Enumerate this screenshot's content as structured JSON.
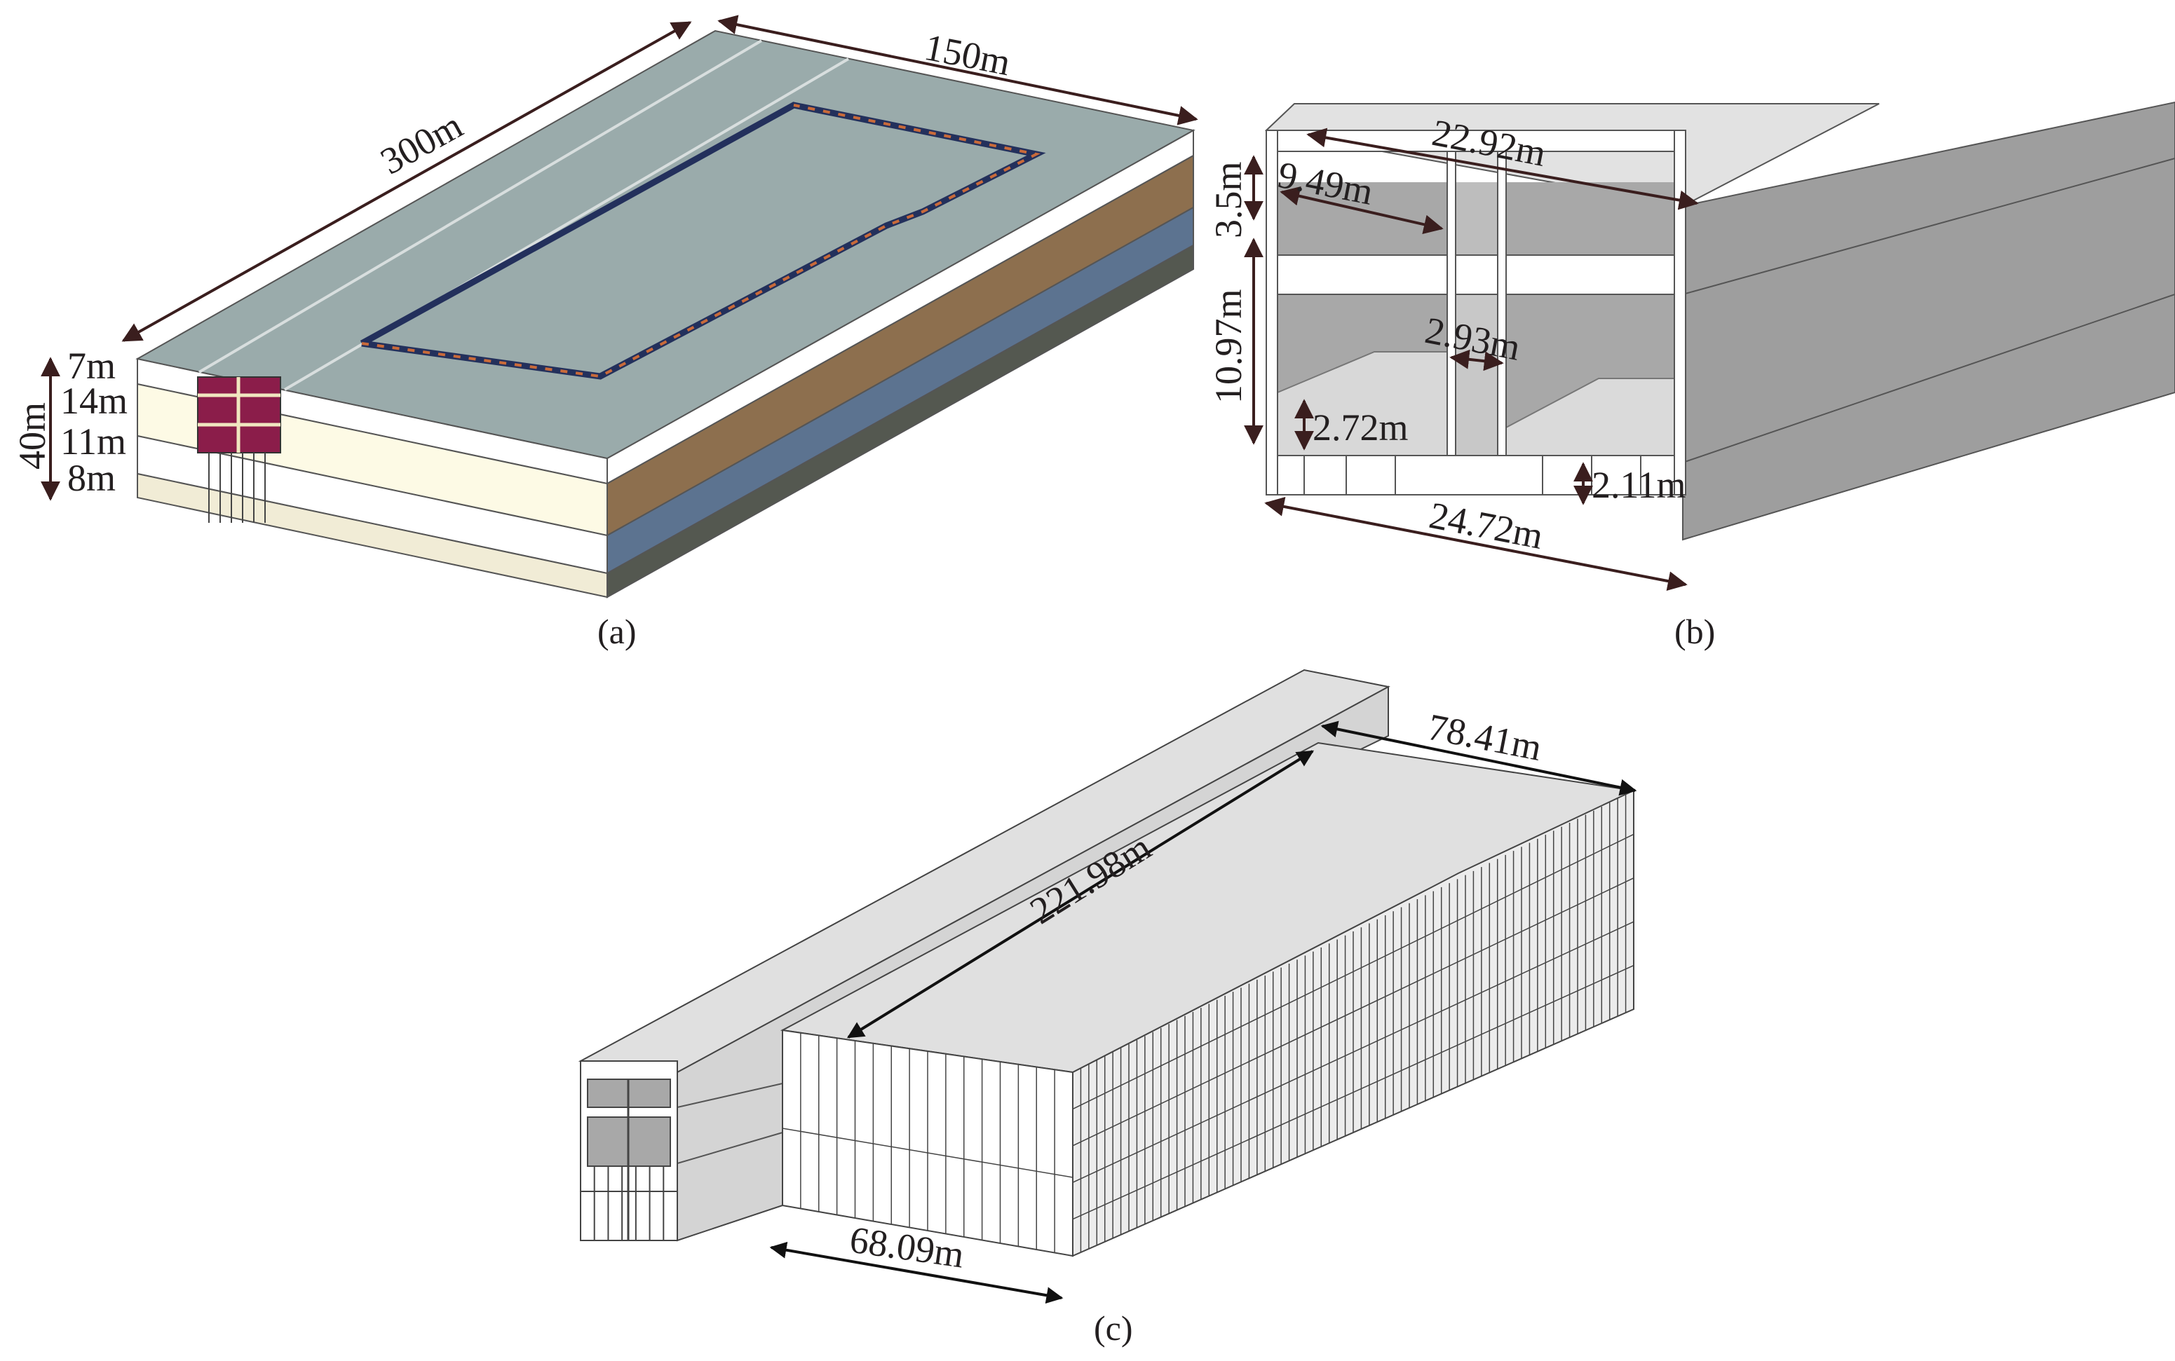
{
  "panels": {
    "a": {
      "caption": "(a)",
      "length_label": "300m",
      "width_label": "150m",
      "total_depth_label": "40m",
      "layer_labels": [
        "7m",
        "14m",
        "11m",
        "8m"
      ],
      "colors": {
        "top": "#9aabab",
        "layer1": "#8d6f4e",
        "layer2": "#5c7390",
        "layer3": "#545850",
        "front_layers": [
          "#ffffff",
          "#fdfae5",
          "#ffffff",
          "#f1ecd6"
        ],
        "tunnel_section": "#8b1d4a",
        "excavation_outline": "#23305c",
        "excavation_dash": "#c96a3a",
        "dimension_line": "#3a1e1e"
      }
    },
    "b": {
      "caption": "(b)",
      "labels": {
        "top_width": "22.92m",
        "bay_width": "9.49m",
        "upper_height": "3.5m",
        "lower_height": "10.97m",
        "wall_gap": "2.93m",
        "left_step": "2.72m",
        "right_step": "2.11m",
        "bottom_width": "24.72m"
      },
      "colors": {
        "face": "#ffffff",
        "interior": "#a8a8a8",
        "top": "#e2e2e2",
        "side": "#9e9e9e"
      }
    },
    "c": {
      "caption": "(c)",
      "labels": {
        "pit_length": "221.98m",
        "pit_width": "78.41m",
        "front_width": "68.09m"
      },
      "colors": {
        "top": "#e0e0e0",
        "front": "#ffffff",
        "side": "#d4d4d4",
        "grid": "#333333"
      }
    }
  }
}
